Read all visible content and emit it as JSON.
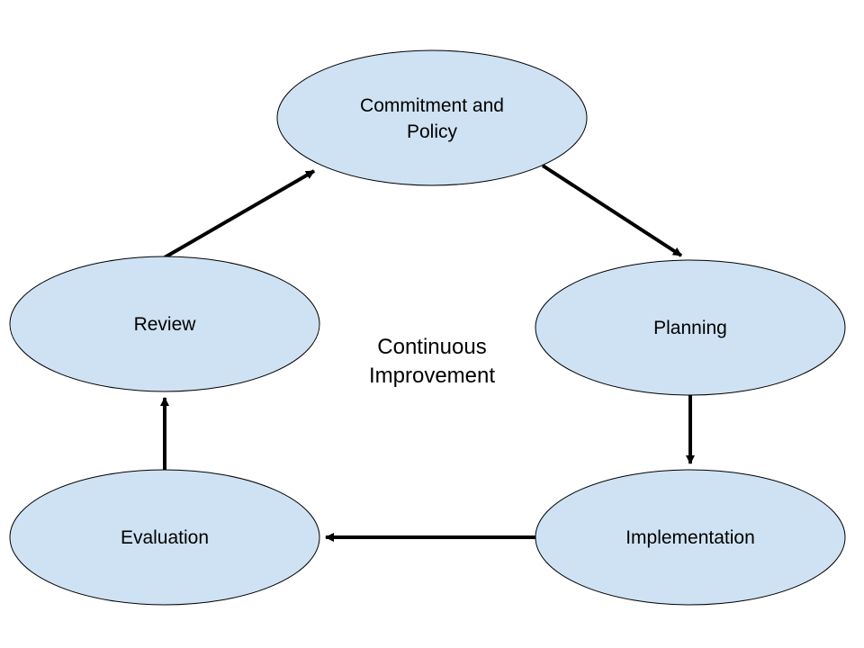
{
  "colors": {
    "node_fill": "#cfe2f3",
    "node_stroke": "#000000",
    "arrow": "#000000"
  },
  "center_label": {
    "line1": "Continuous",
    "line2": "Improvement"
  },
  "nodes": {
    "commitment": {
      "line1": "Commitment and",
      "line2": "Policy"
    },
    "planning": {
      "label": "Planning"
    },
    "implementation": {
      "label": "Implementation"
    },
    "evaluation": {
      "label": "Evaluation"
    },
    "review": {
      "label": "Review"
    }
  },
  "edges": [
    {
      "from": "Commitment and Policy",
      "to": "Planning"
    },
    {
      "from": "Planning",
      "to": "Implementation"
    },
    {
      "from": "Implementation",
      "to": "Evaluation"
    },
    {
      "from": "Evaluation",
      "to": "Review"
    },
    {
      "from": "Review",
      "to": "Commitment and Policy"
    }
  ]
}
